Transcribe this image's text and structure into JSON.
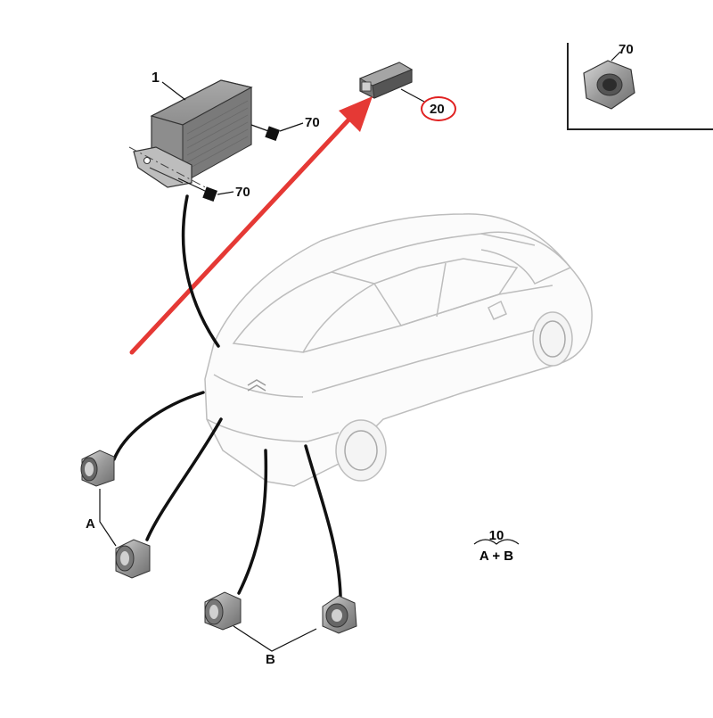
{
  "labels": {
    "part_1": "1",
    "fastener_a": "70",
    "fastener_b": "70",
    "part_20": "20",
    "inset_part": "70",
    "group_a": "A",
    "group_b": "B",
    "kit_number": "10",
    "kit_formula": "A + B"
  },
  "colors": {
    "arrow": "#e53935",
    "callout": "#e02020",
    "line": "#111111",
    "part_fill": "#8a8a8a"
  }
}
